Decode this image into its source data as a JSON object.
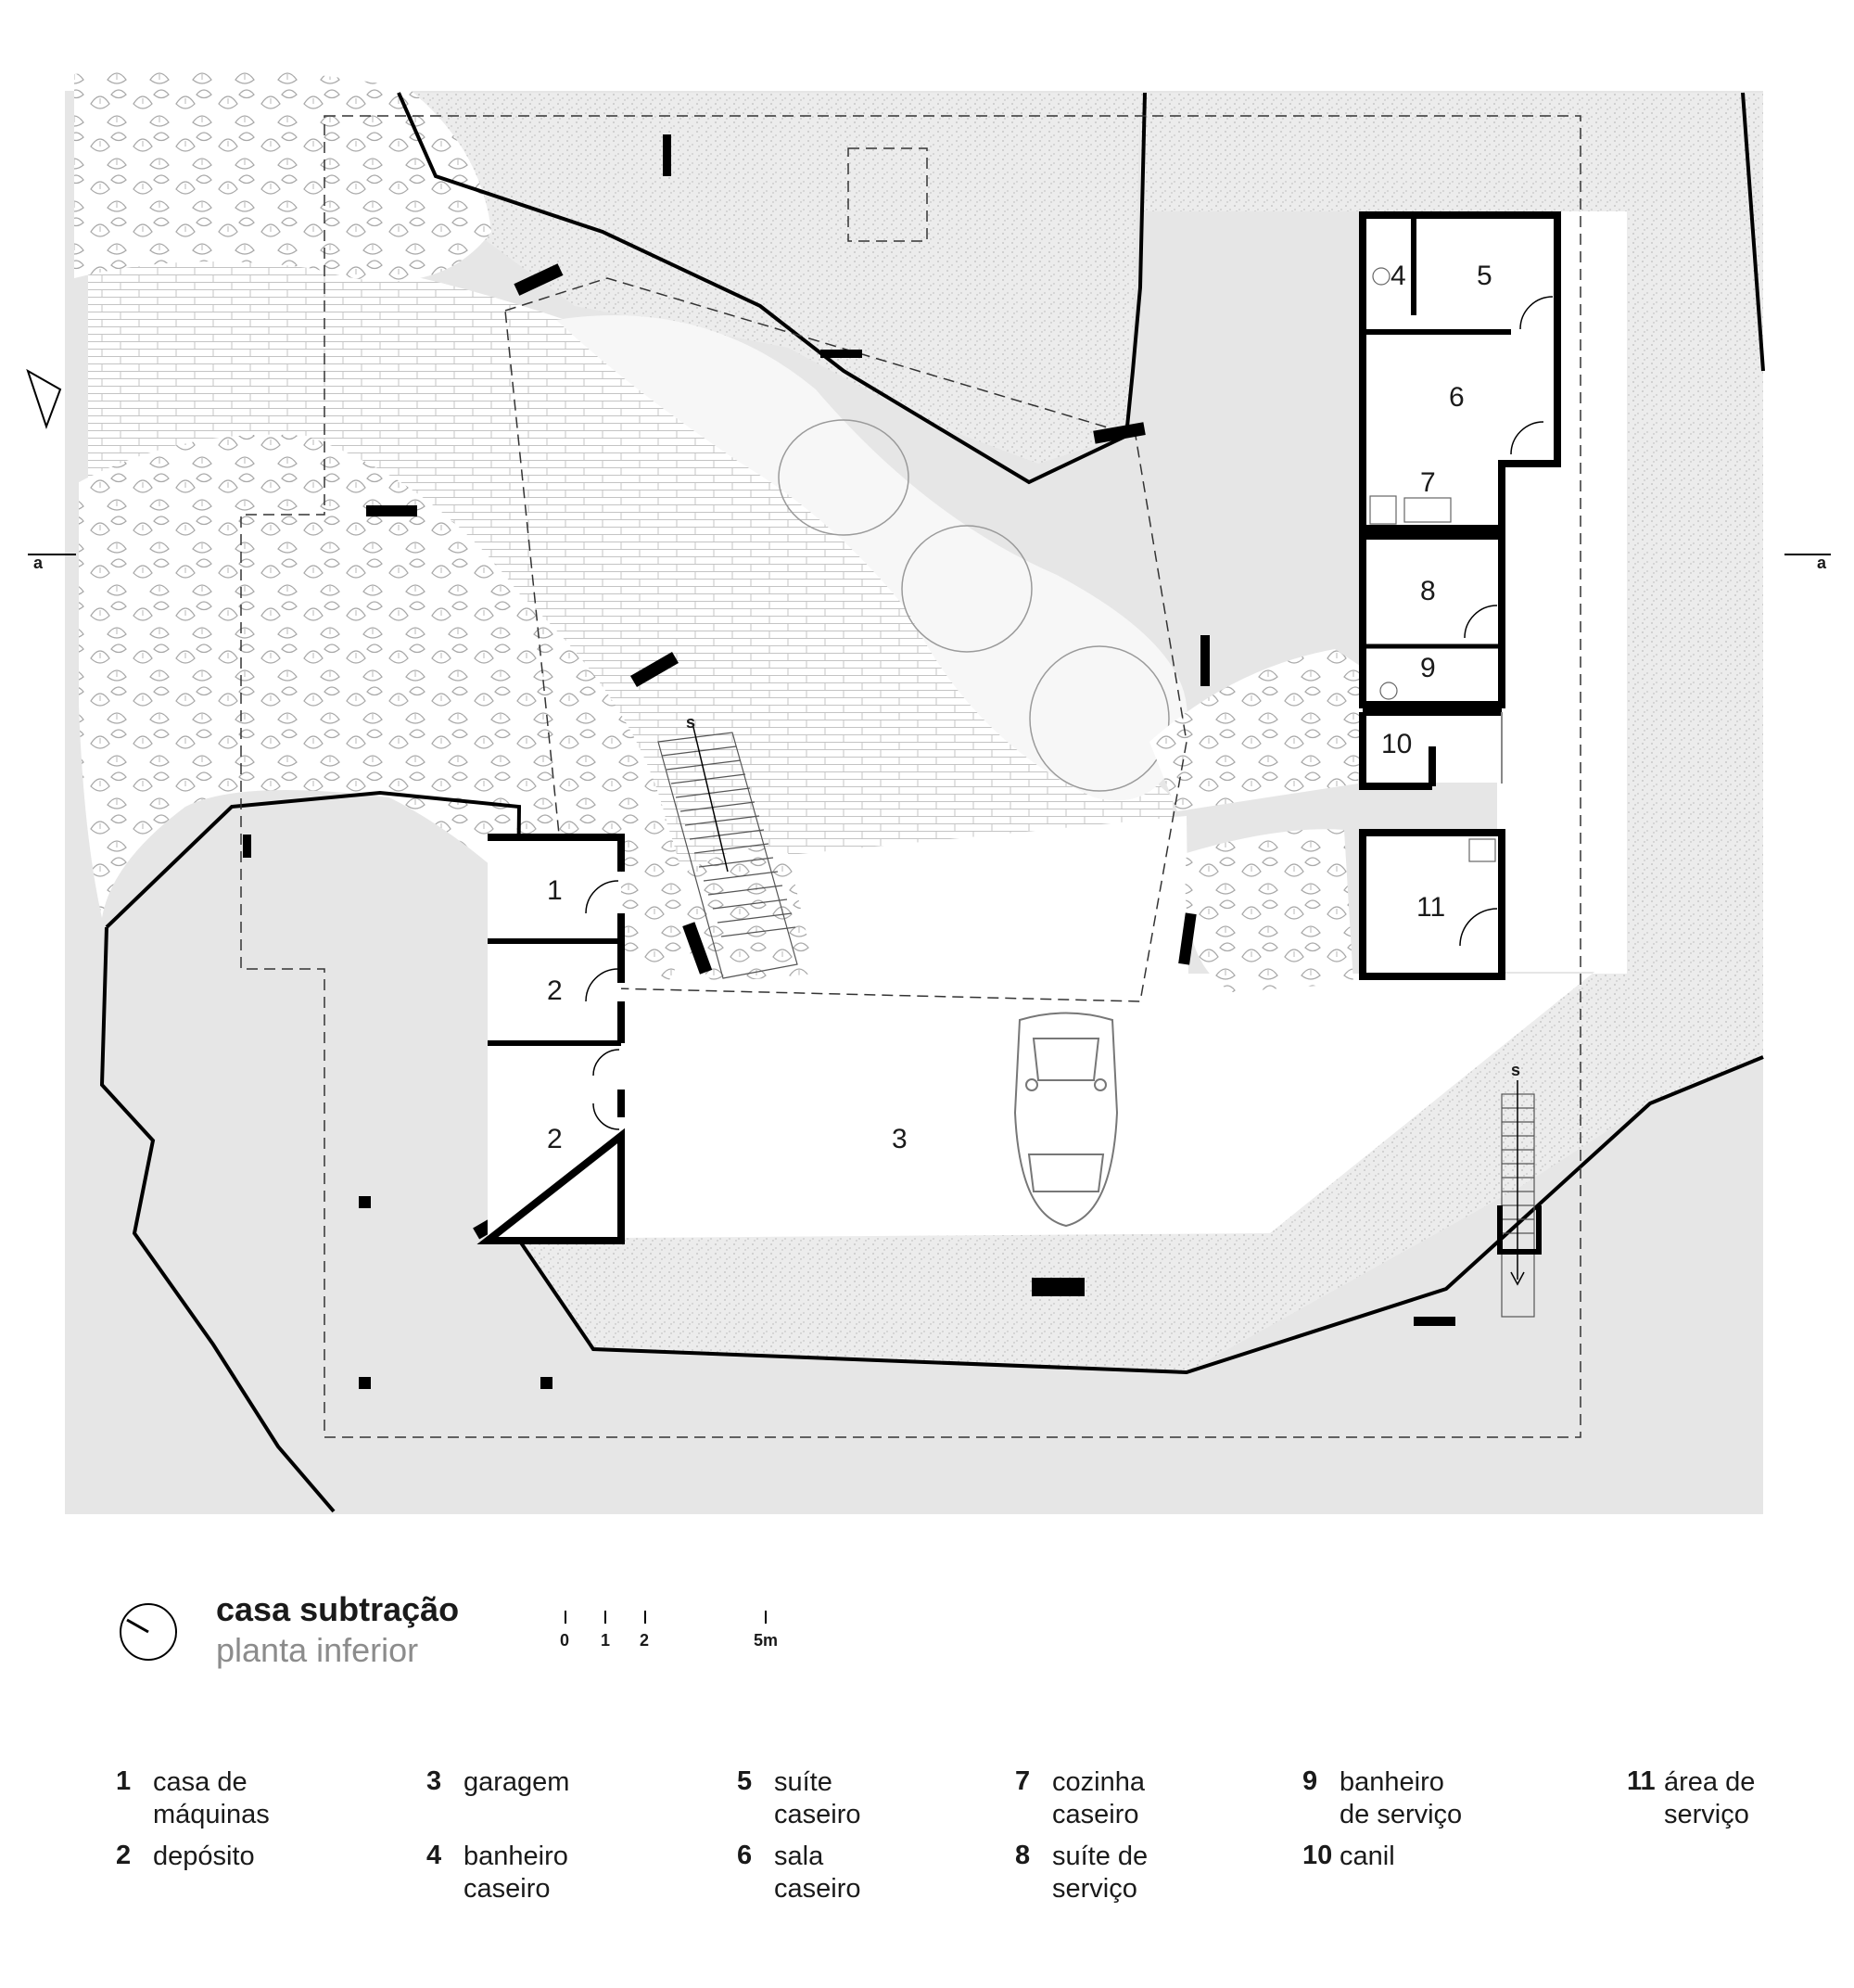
{
  "title": "casa subtração",
  "subtitle": "planta inferior",
  "scale": {
    "ticks": [
      "0",
      "1",
      "2",
      "5m"
    ]
  },
  "section_marks": {
    "left": "a",
    "right": "a"
  },
  "stair_marks": [
    "s",
    "s"
  ],
  "rooms": [
    {
      "num": "1",
      "label": "1"
    },
    {
      "num": "2",
      "label": "2"
    },
    {
      "num": "2b",
      "label": "2"
    },
    {
      "num": "3",
      "label": "3"
    },
    {
      "num": "4",
      "label": "4"
    },
    {
      "num": "5",
      "label": "5"
    },
    {
      "num": "6",
      "label": "6"
    },
    {
      "num": "7",
      "label": "7"
    },
    {
      "num": "8",
      "label": "8"
    },
    {
      "num": "9",
      "label": "9"
    },
    {
      "num": "10",
      "label": "10"
    },
    {
      "num": "11",
      "label": "11"
    }
  ],
  "legend": [
    {
      "num": "1",
      "text_1": "casa de",
      "text_2": "máquinas"
    },
    {
      "num": "2",
      "text_1": "depósito",
      "text_2": ""
    },
    {
      "num": "3",
      "text_1": "garagem",
      "text_2": ""
    },
    {
      "num": "4",
      "text_1": "banheiro",
      "text_2": "caseiro"
    },
    {
      "num": "5",
      "text_1": "suíte",
      "text_2": "caseiro"
    },
    {
      "num": "6",
      "text_1": "sala",
      "text_2": "caseiro"
    },
    {
      "num": "7",
      "text_1": "cozinha",
      "text_2": "caseiro"
    },
    {
      "num": "8",
      "text_1": "suíte de",
      "text_2": "serviço"
    },
    {
      "num": "9",
      "text_1": "banheiro",
      "text_2": "de serviço"
    },
    {
      "num": "10",
      "text_1": "canil",
      "text_2": ""
    },
    {
      "num": "11",
      "text_1": "área de",
      "text_2": "serviço"
    }
  ],
  "colors": {
    "ground": "#e6e6e6",
    "gravel": "#ececec",
    "wall": "#000000",
    "foliage": "#b8b8b8"
  },
  "icons": [
    "north-arrow-icon",
    "compass-icon",
    "car-icon",
    "stair-icon",
    "tree-foliage-icon"
  ]
}
